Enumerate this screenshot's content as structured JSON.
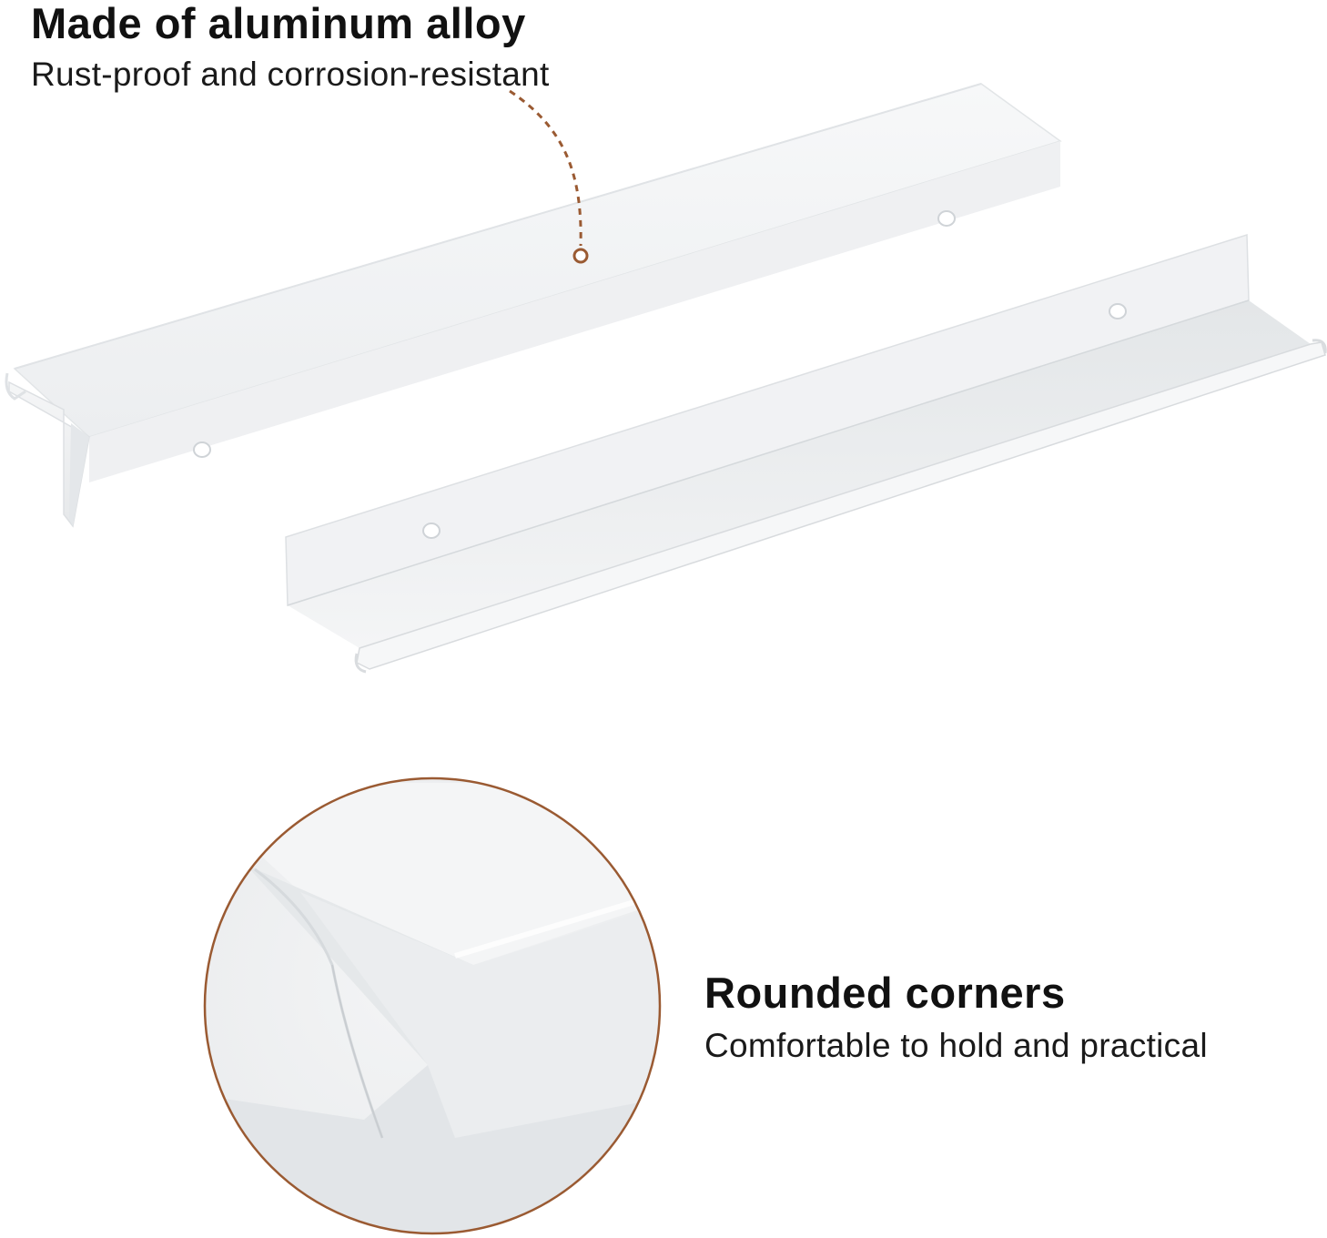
{
  "features": [
    {
      "title": "Made of aluminum alloy",
      "subtitle": "Rust-proof and corrosion-resistant"
    },
    {
      "title": "Rounded corners",
      "subtitle": "Comfortable to hold and practical"
    }
  ],
  "colors": {
    "background": "#ffffff",
    "accent": "#9a5a32",
    "product": "#f2f3f4",
    "product_edge": "#d9dcdf",
    "text": "#111111"
  }
}
